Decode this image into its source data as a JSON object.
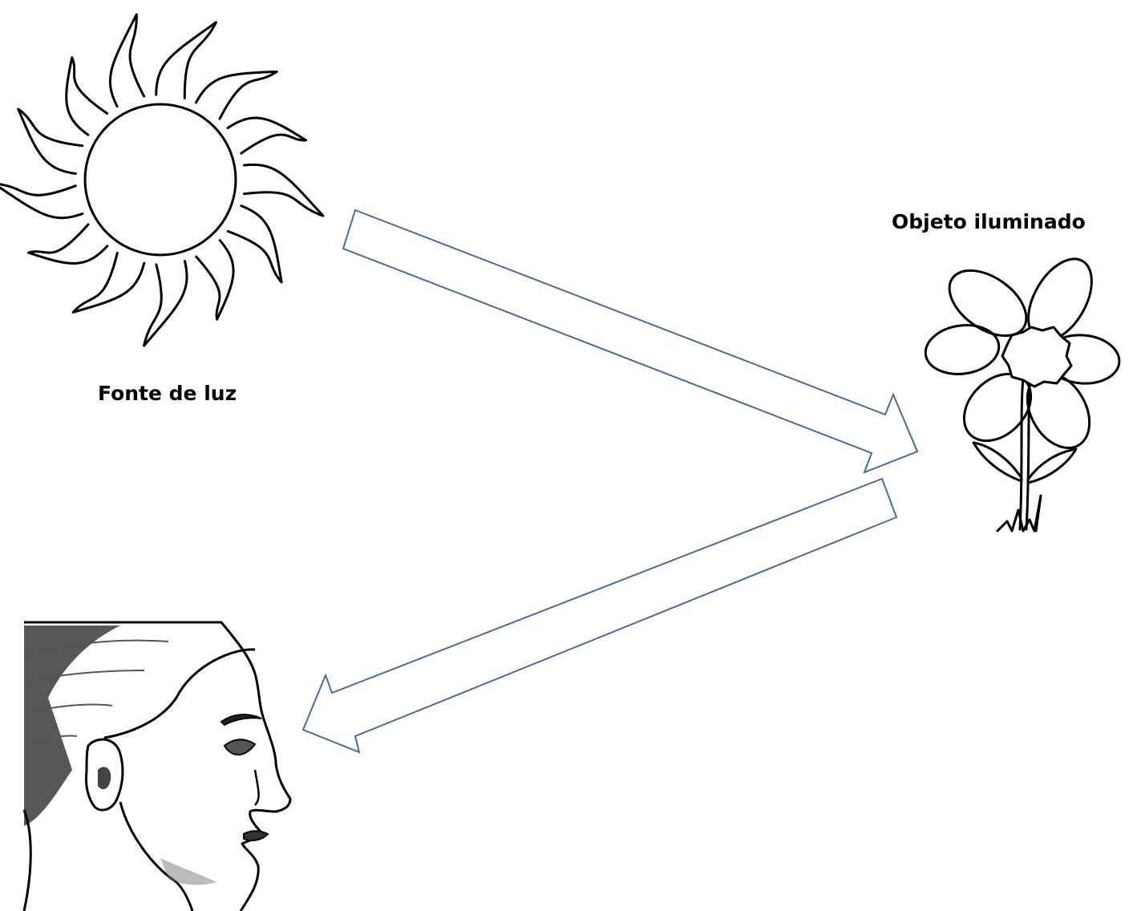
{
  "labels": {
    "light_source": "Fonte de luz",
    "illuminated_object": "Objeto iluminado"
  },
  "figures": {
    "sun": "sun-drawing",
    "flower": "flower-drawing",
    "observer": "human-profile-drawing"
  },
  "arrows": [
    {
      "from": "sun",
      "to": "flower"
    },
    {
      "from": "flower",
      "to": "observer"
    }
  ],
  "colors": {
    "arrow_outline": "#4a6b9a",
    "line_art": "#000000",
    "background": "#ffffff"
  }
}
